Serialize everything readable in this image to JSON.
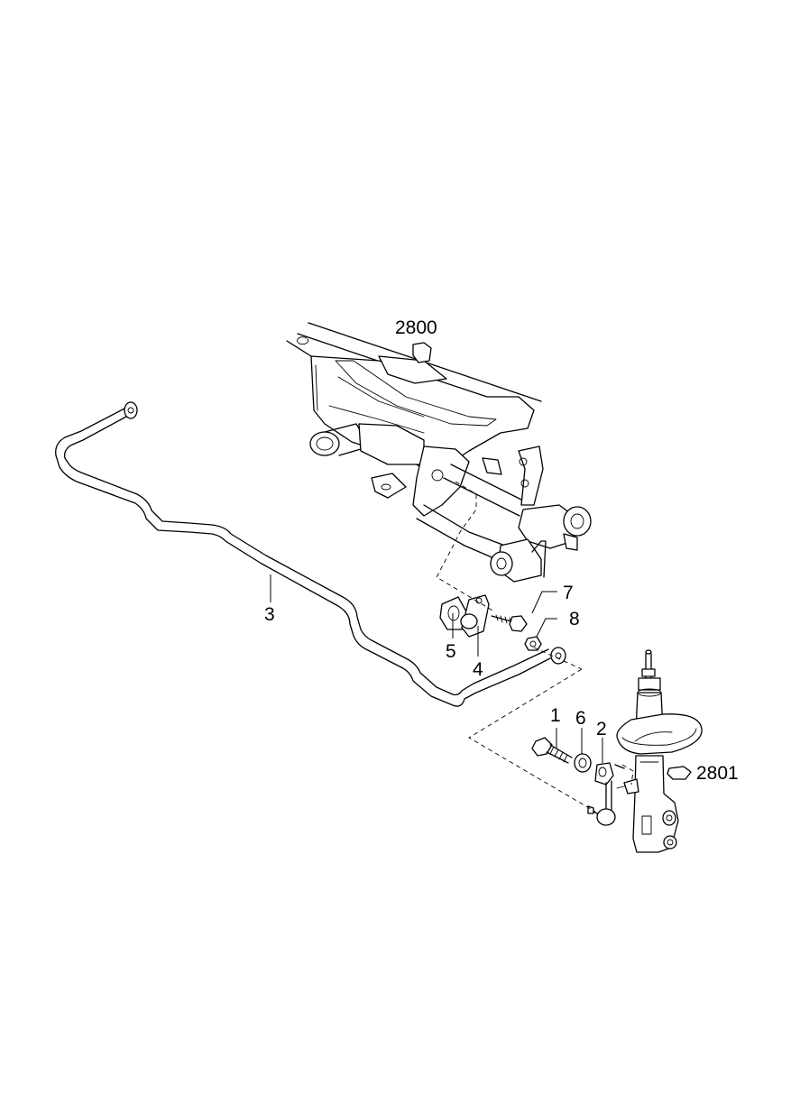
{
  "callouts": {
    "ref_2800": "2800",
    "ref_2801": "2801",
    "part_1": "1",
    "part_2": "2",
    "part_3": "3",
    "part_4": "4",
    "part_5": "5",
    "part_6": "6",
    "part_7": "7",
    "part_8": "8"
  }
}
